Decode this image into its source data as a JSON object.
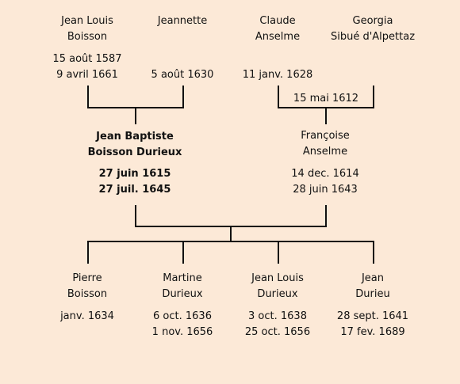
{
  "grandparents": [
    {
      "name1": "Jean Louis",
      "name2": "Boisson",
      "date1": "15 août 1587",
      "date2": "9 avril 1661"
    },
    {
      "name1": "Jeannette",
      "name2": "",
      "date1": "",
      "date2": "5 août 1630"
    },
    {
      "name1": "Claude",
      "name2": "Anselme",
      "date1": "",
      "date2": "11 janv. 1628"
    },
    {
      "name1": "Georgia",
      "name2": "Sibué d'Alpettaz",
      "date1": "",
      "date2": ""
    }
  ],
  "marriage_right": "15 mai 1612",
  "parents": [
    {
      "name1": "Jean Baptiste",
      "name2": "Boisson Durieux",
      "date1": "27 juin 1615",
      "date2": "27 juil. 1645"
    },
    {
      "name1": "Françoise",
      "name2": "Anselme",
      "date1": "14 dec. 1614",
      "date2": "28 juin 1643"
    }
  ],
  "children": [
    {
      "name1": "Pierre",
      "name2": "Boisson",
      "date1": "janv. 1634",
      "date2": ""
    },
    {
      "name1": "Martine",
      "name2": "Durieux",
      "date1": "6 oct. 1636",
      "date2": "1 nov. 1656"
    },
    {
      "name1": "Jean Louis",
      "name2": "Durieux",
      "date1": "3 oct. 1638",
      "date2": "25 oct. 1656"
    },
    {
      "name1": "Jean",
      "name2": "Durieu",
      "date1": "28 sept. 1641",
      "date2": "17 fev. 1689"
    }
  ]
}
